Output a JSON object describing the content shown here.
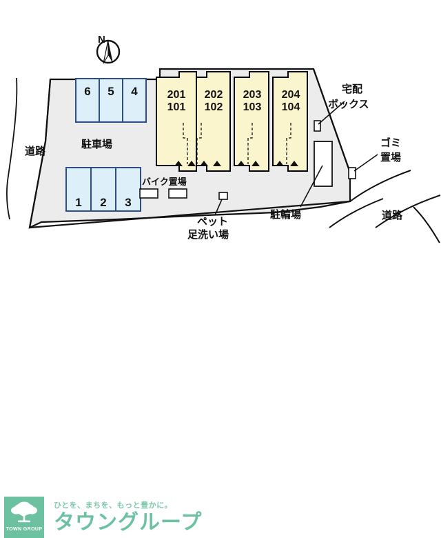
{
  "site_map": {
    "compass": {
      "label": "N",
      "name": "north-arrow"
    },
    "building": {
      "units": [
        {
          "upper": "201",
          "lower": "101"
        },
        {
          "upper": "202",
          "lower": "102"
        },
        {
          "upper": "203",
          "lower": "103"
        },
        {
          "upper": "204",
          "lower": "104"
        }
      ],
      "fill_color": "#fbf5ce",
      "stroke_color": "#000000"
    },
    "parking_lot": {
      "label": "駐車場",
      "upper_stalls": [
        "6",
        "5",
        "4"
      ],
      "lower_stalls": [
        "1",
        "2",
        "3"
      ],
      "stall_fill": "#ddf0f9",
      "stall_stroke": "#2c4f8a"
    },
    "labels": {
      "road_left": "道路",
      "road_right": "道路",
      "bike_parking": "バイク置場",
      "pet_wash_line1": "ペット",
      "pet_wash_line2": "足洗い場",
      "bicycle_parking": "駐輪場",
      "delivery_box_line1": "宅配",
      "delivery_box_line2": "ボックス",
      "garbage_line1": "ゴミ",
      "garbage_line2": "置場"
    },
    "ground_fill": "#ececec"
  },
  "footer": {
    "badge_text": "TOWN GROUP",
    "tagline": "ひとを、まちを、もっと豊かに。",
    "brand": "タウングループ",
    "accent_color": "#6cc2a0"
  }
}
